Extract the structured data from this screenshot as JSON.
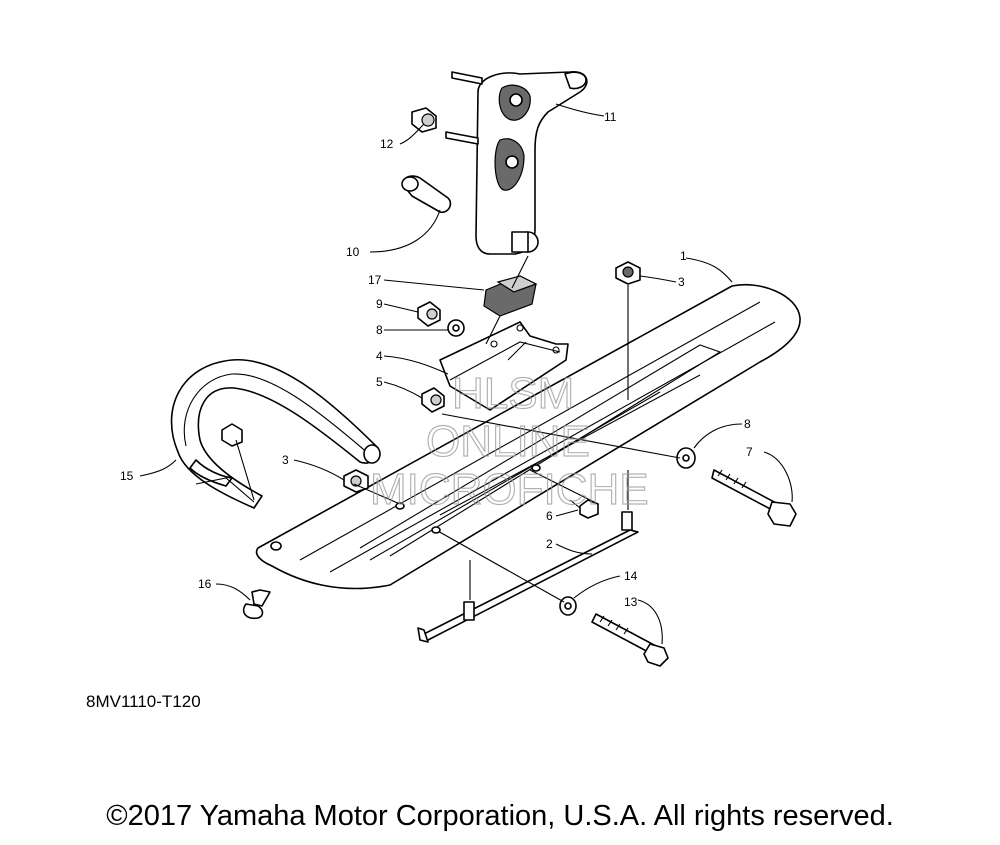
{
  "diagram": {
    "callouts": [
      {
        "id": "c11",
        "label": "11"
      },
      {
        "id": "c12",
        "label": "12"
      },
      {
        "id": "c10",
        "label": "10"
      },
      {
        "id": "c1",
        "label": "1"
      },
      {
        "id": "c3a",
        "label": "3"
      },
      {
        "id": "c17",
        "label": "17"
      },
      {
        "id": "c9",
        "label": "9"
      },
      {
        "id": "c8a",
        "label": "8"
      },
      {
        "id": "c4",
        "label": "4"
      },
      {
        "id": "c5",
        "label": "5"
      },
      {
        "id": "c8b",
        "label": "8"
      },
      {
        "id": "c7",
        "label": "7"
      },
      {
        "id": "c3b",
        "label": "3"
      },
      {
        "id": "c15",
        "label": "15"
      },
      {
        "id": "c6",
        "label": "6"
      },
      {
        "id": "c2",
        "label": "2"
      },
      {
        "id": "c14",
        "label": "14"
      },
      {
        "id": "c13",
        "label": "13"
      },
      {
        "id": "c16",
        "label": "16"
      }
    ],
    "watermark": {
      "line1": "HLSM",
      "line2": "ONLINE",
      "line3": "MICROFICHE"
    },
    "diagram_code": "8MV1110-T120"
  },
  "footer": {
    "copyright": "©2017 Yamaha Motor Corporation, U.S.A. All rights reserved."
  }
}
